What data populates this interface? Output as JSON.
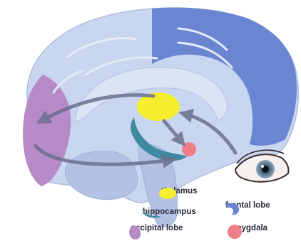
{
  "diagram": {
    "legend": {
      "thalamus": "thalamus",
      "frontal_lobe": "frontal lobe",
      "hippocampus": "hippocampus",
      "occipital_lobe": "occipital lobe",
      "amygdala": "amygdala"
    }
  },
  "colors": {
    "brain_base": "#c9d6ef",
    "brain_light": "#dbe4f5",
    "brain_shade": "#b3c2e4",
    "frontal_lobe": "#6a86d3",
    "occipital_lobe": "#b68ac6",
    "thalamus": "#f6ee2c",
    "hippocampus": "#3f8aa0",
    "amygdala": "#ee7f88",
    "arrow": "#6a708f"
  }
}
